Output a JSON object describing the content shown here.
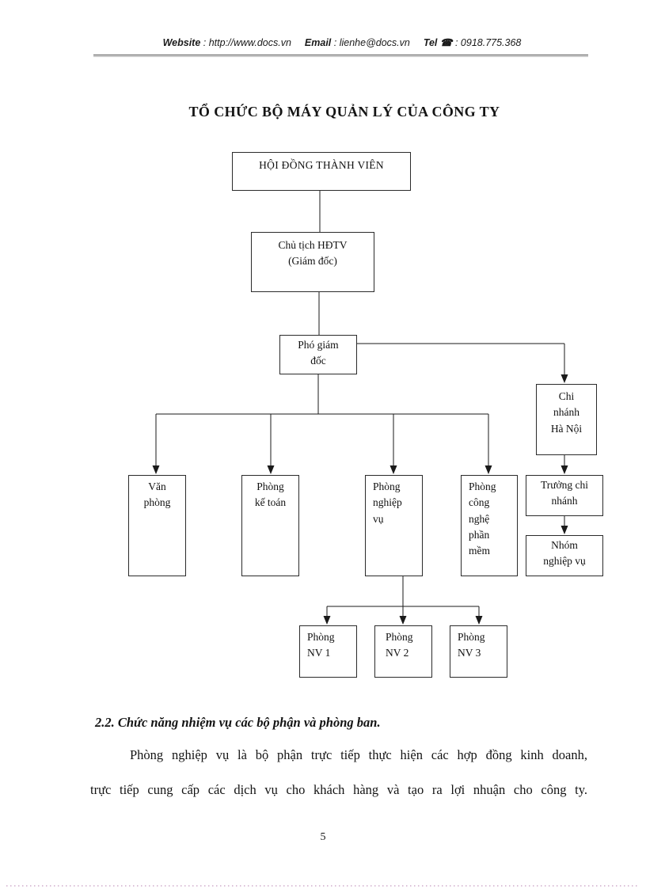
{
  "header": {
    "website_label": "Website",
    "website_value": ": http://www.docs.vn",
    "email_label": "Email",
    "email_value": ": lienhe@docs.vn",
    "tel_label": "Tel",
    "phone_icon": "☎",
    "tel_value": ": 0918.775.368"
  },
  "title": "TỔ CHỨC BỘ MÁY QUẢN LÝ CỦA CÔNG TY",
  "diagram": {
    "nodes": {
      "hoi_dong_thanh_vien": "HỘI ĐỒNG THÀNH VIÊN",
      "chu_tich": "Chủ tịch HĐTV\n(Giám đốc)",
      "pho_giam_doc": "Phó giám\nđốc",
      "chi_nhanh_ha_noi": "Chi\nnhánh\nHà Nội",
      "van_phong": "Văn\nphòng",
      "phong_ke_toan": "Phòng\nkế toán",
      "phong_nghiep_vu": "Phòng\nnghiệp\nvụ",
      "phong_cong_nghe_phan_mem": "Phòng\ncông\nnghệ\nphần\nmềm",
      "truong_chi_nhanh": "Trưởng chi\nnhánh",
      "nhom_nghiep_vu": "Nhóm\nnghiệp vụ",
      "phong_nv1": "Phòng\nNV 1",
      "phong_nv2": "Phòng\nNV 2",
      "phong_nv3": "Phòng\nNV 3"
    }
  },
  "section": {
    "heading": "2.2. Chức năng nhiệm vụ các bộ phận và phòng ban.",
    "para_line1": "Phòng nghiệp vụ là bộ phận trực tiếp thực hiện các hợp đồng kinh doanh,",
    "para_line2": "trực tiếp cung cấp các dịch vụ cho khách hàng và tạo ra lợi nhuận cho công ty."
  },
  "footer": {
    "page_number": "5"
  }
}
